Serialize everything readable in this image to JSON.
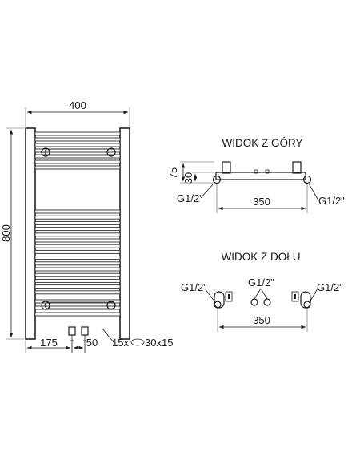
{
  "front_view": {
    "dim_width": "400",
    "dim_height": "800",
    "dim_offset": "175",
    "dim_spacing": "50",
    "dim_profile": "15x",
    "dim_bar": "30x15"
  },
  "top_view": {
    "title": "WIDOK Z GÓRY",
    "dim_depth_total": "75",
    "dim_depth": "30",
    "dim_axis": "350",
    "thread_left": "G1/2\"",
    "thread_right": "G1/2\""
  },
  "bottom_view": {
    "title": "WIDOK Z DOŁU",
    "dim_axis": "350",
    "thread_left": "G1/2\"",
    "thread_center": "G1/2\"",
    "thread_right": "G1/2\""
  }
}
